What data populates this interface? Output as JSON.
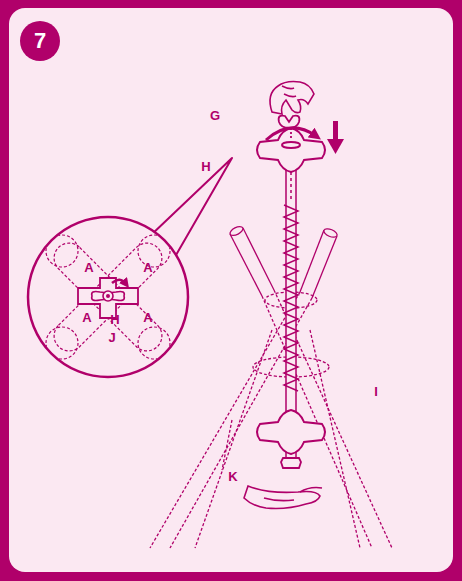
{
  "diagram": {
    "nodes": [
      {
        "text": [
          "7"
        ]
      }
    ],
    "labels": [
      "G",
      "H",
      "A",
      "A",
      "A",
      "H",
      "A",
      "J",
      "I",
      "K"
    ]
  }
}
